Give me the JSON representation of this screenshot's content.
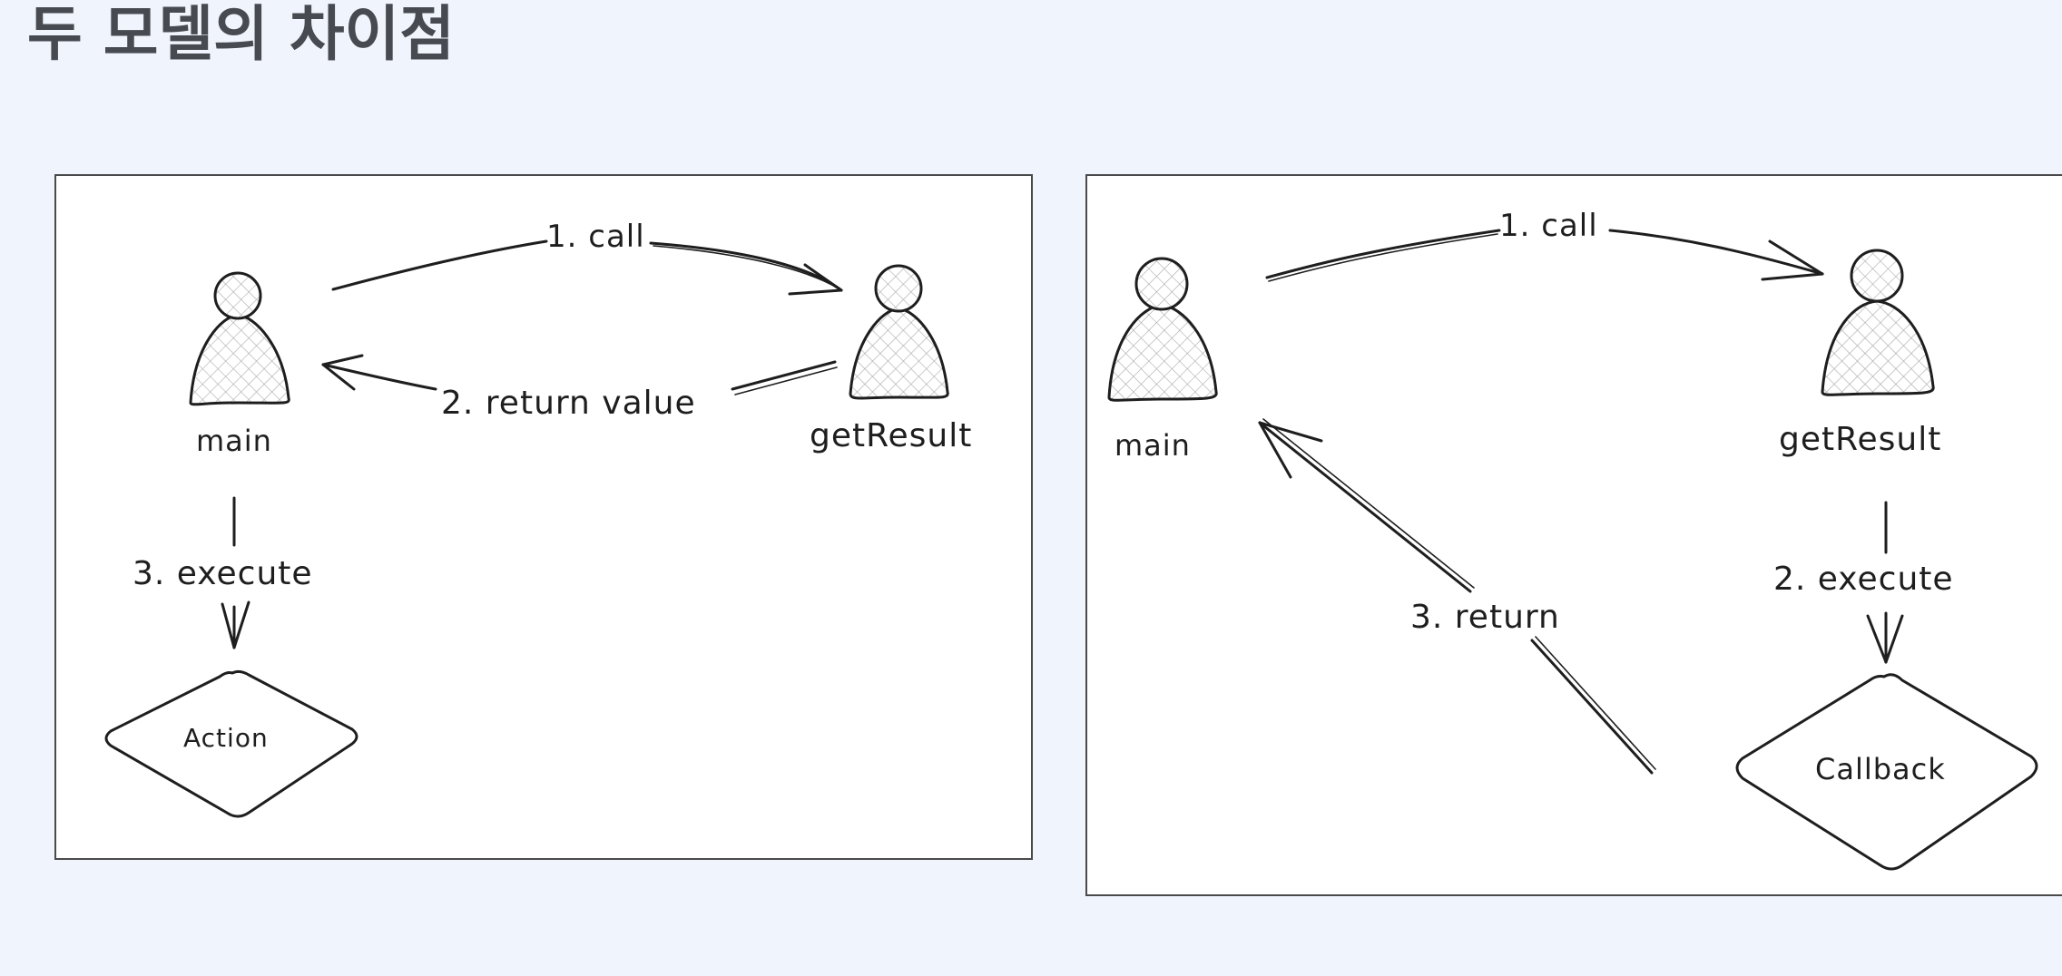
{
  "title": "두 모델의 차이점",
  "left_diagram": {
    "actor_main": "main",
    "actor_get_result": "getResult",
    "step_call": "1. call",
    "step_return_value": "2. return value",
    "step_execute": "3. execute",
    "node_action": "Action"
  },
  "right_diagram": {
    "actor_main": "main",
    "actor_get_result": "getResult",
    "step_call": "1. call",
    "step_execute": "2. execute",
    "step_return": "3. return",
    "node_callback": "Callback"
  }
}
